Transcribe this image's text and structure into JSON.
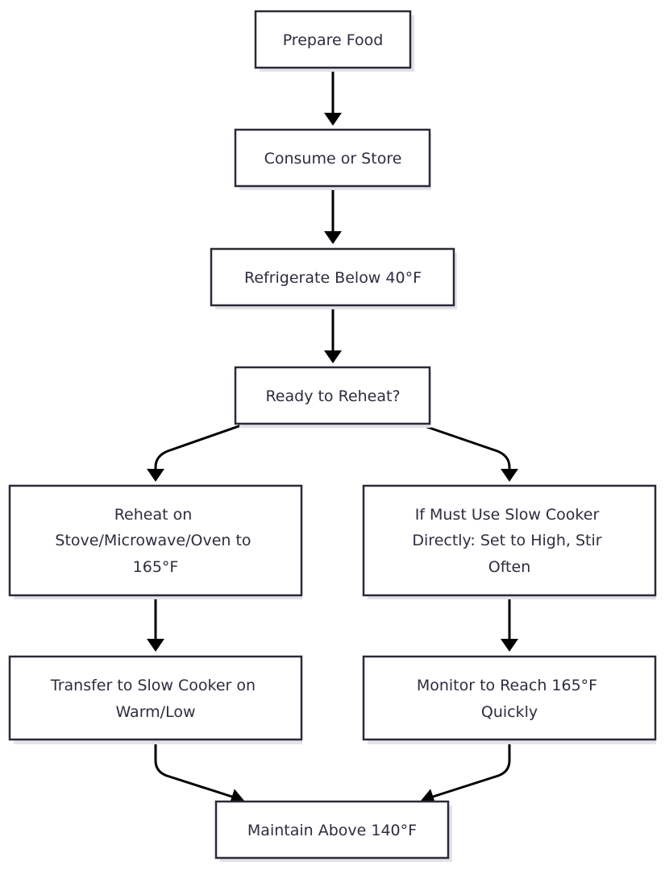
{
  "nodes": {
    "prepare_food": [
      "Prepare Food"
    ],
    "consume_or_store": [
      "Consume or Store"
    ],
    "refrigerate": [
      "Refrigerate Below 40°F"
    ],
    "ready_to_reheat": [
      "Ready to Reheat?"
    ],
    "reheat_stove": [
      "Reheat on",
      "Stove/Microwave/Oven to",
      "165°F"
    ],
    "slow_cooker_direct": [
      "If Must Use Slow Cooker",
      "Directly: Set to High, Stir",
      "Often"
    ],
    "transfer_slow_cooker": [
      "Transfer to Slow Cooker on",
      "Warm/Low"
    ],
    "monitor": [
      "Monitor to Reach 165°F",
      "Quickly"
    ],
    "maintain": [
      "Maintain Above 140°F"
    ]
  }
}
